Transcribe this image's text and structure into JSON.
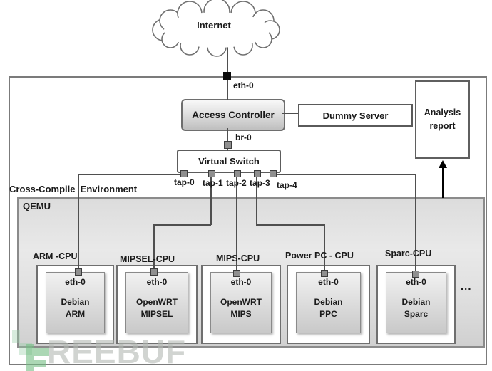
{
  "labels": {
    "internet": "Internet",
    "eth0_top": "eth-0",
    "access_controller": "Access Controller",
    "dummy_server": "Dummy Server",
    "br0": "br-0",
    "virtual_switch": "Virtual Switch",
    "taps": [
      "tap-0",
      "tap-1",
      "tap-2",
      "tap-3",
      "tap-4"
    ],
    "analysis_report": "Analysis report",
    "cross_compile_environment": "Cross-Compile  Environment",
    "qemu": "QEMU",
    "ellipsis": "...",
    "watermark_text": "REEBUF"
  },
  "nodes": [
    {
      "cpu_label": "ARM -CPU",
      "interface": "eth-0",
      "os_line1": "Debian",
      "os_line2": "ARM"
    },
    {
      "cpu_label": "MIPSEL-CPU",
      "interface": "eth-0",
      "os_line1": "OpenWRT",
      "os_line2": "MIPSEL"
    },
    {
      "cpu_label": "MIPS-CPU",
      "interface": "eth-0",
      "os_line1": "OpenWRT",
      "os_line2": "MIPS"
    },
    {
      "cpu_label": "Power PC - CPU",
      "interface": "eth-0",
      "os_line1": "Debian",
      "os_line2": "PPC"
    },
    {
      "cpu_label": "Sparc-CPU",
      "interface": "eth-0",
      "os_line1": "Debian",
      "os_line2": "Sparc"
    }
  ],
  "colors": {
    "line": "#4f4f4f",
    "arrow": "#000000",
    "box_border": "#6e6e6e",
    "qemu_fill": "#dcdcdc",
    "connector_fill": "#8f8f8f",
    "watermark_green": "#73bc82",
    "watermark_gray": "#b2b8b3"
  }
}
